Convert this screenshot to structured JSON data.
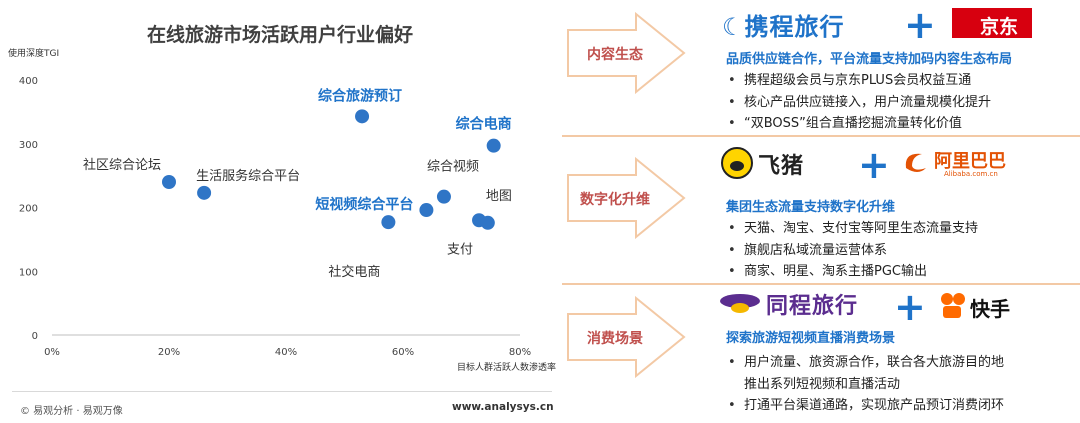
{
  "chart_data": {
    "type": "scatter",
    "title": "在线旅游市场活跃用户行业偏好",
    "ylabel": "使用深度TGI",
    "xlabel": "目标人群活跃人数渗透率",
    "xlim": [
      0,
      80
    ],
    "ylim": [
      0,
      400
    ],
    "x_ticks": [
      "0%",
      "20%",
      "40%",
      "60%",
      "80%"
    ],
    "y_ticks": [
      "0",
      "100",
      "200",
      "300",
      "400"
    ],
    "points": [
      {
        "label": "社区综合论坛",
        "x": 20,
        "y": 240,
        "highlight": false
      },
      {
        "label": "生活服务综合平台",
        "x": 26,
        "y": 223,
        "highlight": false
      },
      {
        "label": "综合旅游预订",
        "x": 53,
        "y": 343,
        "highlight": true
      },
      {
        "label": "社交电商",
        "x": 57.5,
        "y": 177,
        "highlight": false
      },
      {
        "label": "短视频综合平台",
        "x": 64,
        "y": 196,
        "highlight": true
      },
      {
        "label": "综合视频",
        "x": 67,
        "y": 217,
        "highlight": false
      },
      {
        "label": "支付",
        "x": 73,
        "y": 180,
        "highlight": false
      },
      {
        "label": "地图",
        "x": 74.5,
        "y": 176,
        "highlight": false
      },
      {
        "label": "综合电商",
        "x": 75.5,
        "y": 297,
        "highlight": true
      }
    ],
    "grid": false,
    "point_color": "#2f75c6",
    "highlight_color": "#1f73c9"
  },
  "footer": {
    "source": "© 易观分析 · 易观万像",
    "url": "www.analysys.cn"
  },
  "colors": {
    "arrow_fill": "#ffffff",
    "arrow_stroke": "#f3c9a5",
    "arrow_text": "#c0504d",
    "accent_blue": "#1f73c9"
  },
  "sections": [
    {
      "arrow_label": "内容生态",
      "logo_left": "携程旅行",
      "logo_right": "京东",
      "headline": "品质供应链合作，平台流量支持加码内容生态布局",
      "bullets": [
        "携程超级会员与京东PLUS会员权益互通",
        "核心产品供应链接入，用户流量规模化提升",
        "“双BOSS”组合直播挖掘流量转化价值"
      ]
    },
    {
      "arrow_label": "数字化升维",
      "logo_left": "飞猪",
      "logo_right": "阿里巴巴",
      "logo_right_sub": "Alibaba.com.cn",
      "headline": "集团生态流量支持数字化升维",
      "bullets": [
        "天猫、淘宝、支付宝等阿里生态流量支持",
        "旗舰店私域流量运营体系",
        "商家、明星、淘系主播PGC输出"
      ]
    },
    {
      "arrow_label": "消费场景",
      "logo_left": "同程旅行",
      "logo_right": "快手",
      "headline": "探索旅游短视频直播消费场景",
      "bullets": [
        "用户流量、旅资源合作，联合各大旅游目的地",
        "推出系列短视频和直播活动",
        "打通平台渠道通路，实现旅产品预订消费闭环"
      ]
    }
  ]
}
